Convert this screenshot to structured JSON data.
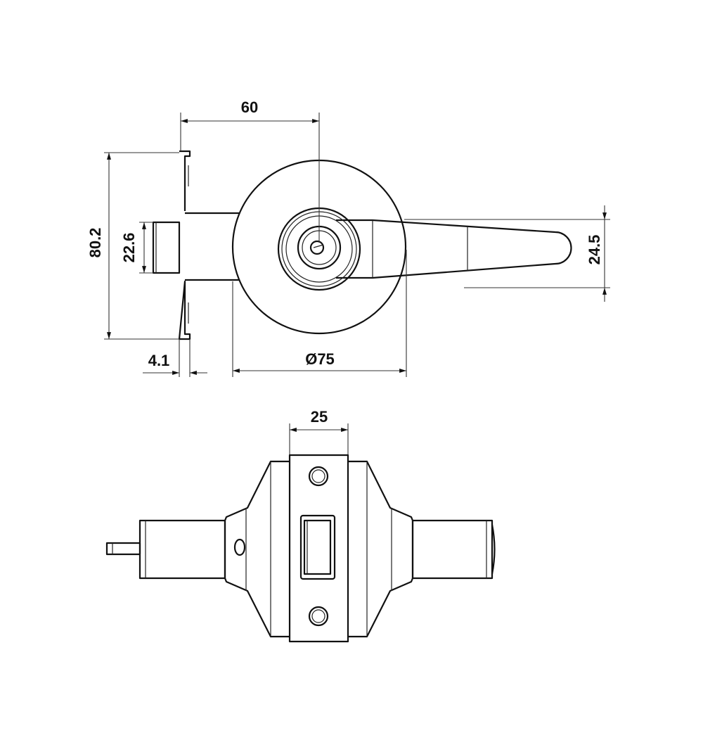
{
  "drawing": {
    "top_view": {
      "dimensions": {
        "backset": "60",
        "plate_height": "80.2",
        "latch_height": "22.6",
        "plate_thickness": "4.1",
        "rose_diameter": "Ø75",
        "lever_height": "24.5"
      }
    },
    "bottom_view": {
      "dimensions": {
        "faceplate_width": "25"
      }
    },
    "colors": {
      "line": "#111111",
      "background": "#ffffff"
    }
  }
}
